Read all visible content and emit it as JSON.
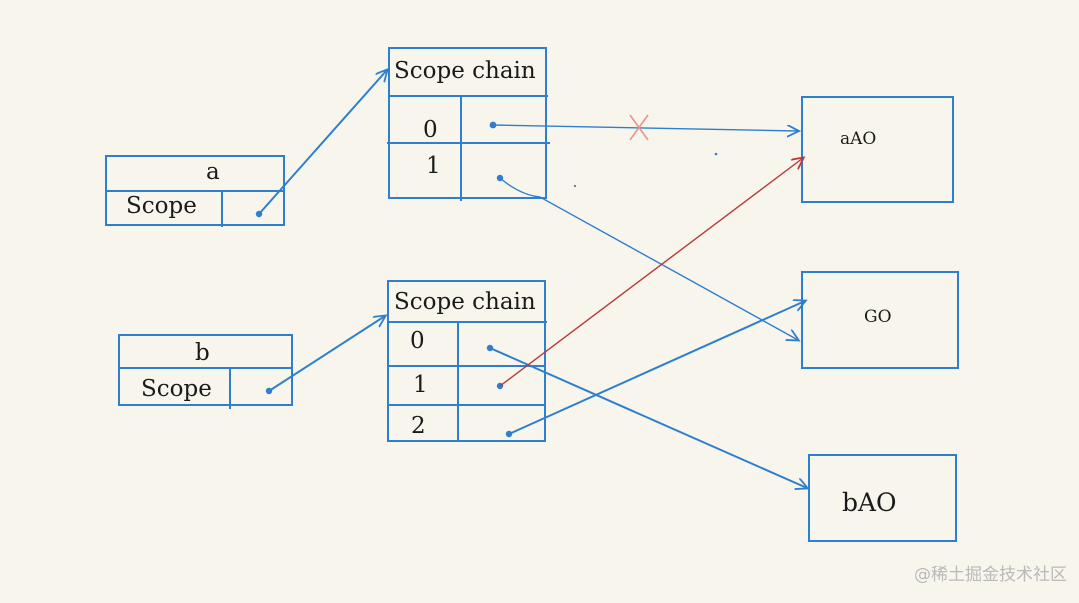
{
  "colors": {
    "background": "#f7f5ec",
    "line": "#2f7fcf",
    "red_line": "#b73a3a",
    "cross": "#e8948c",
    "text": "#1a1a1a"
  },
  "objects": {
    "a": {
      "name": "a",
      "field": "Scope"
    },
    "b": {
      "name": "b",
      "field": "Scope"
    }
  },
  "scope_chains": {
    "a": {
      "title": "Scope chain",
      "rows": [
        "0",
        "1"
      ]
    },
    "b": {
      "title": "Scope chain",
      "rows": [
        "0",
        "1",
        "2"
      ]
    }
  },
  "activation_objects": {
    "aAO": "aAO",
    "GO": "GO",
    "bAO": "bAO"
  },
  "watermark": "@稀土掘金技术社区"
}
